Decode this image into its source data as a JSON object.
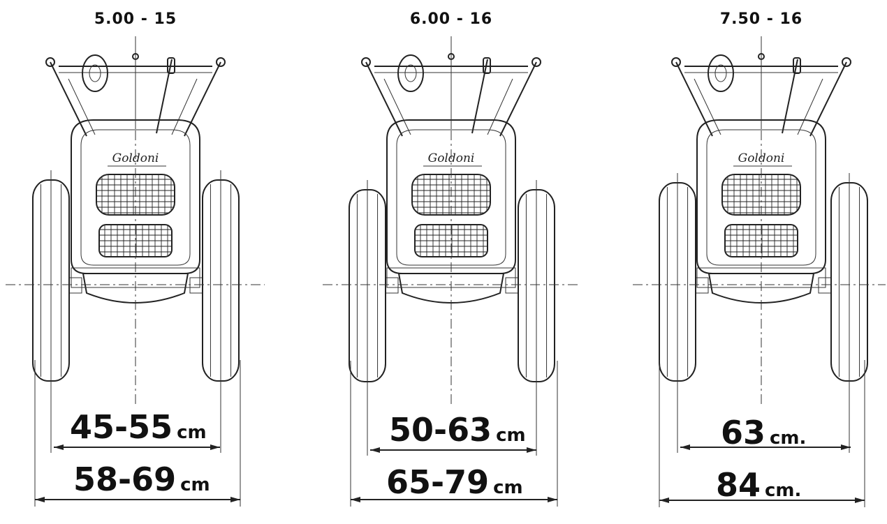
{
  "configs": [
    {
      "tire_size": "5.00 - 15",
      "brand": "Goldoni",
      "inner_value": "45-55",
      "inner_unit": "cm",
      "outer_value": "58-69",
      "outer_unit": "cm"
    },
    {
      "tire_size": "6.00 - 16",
      "brand": "Goldoni",
      "inner_value": "50-63",
      "inner_unit": "cm",
      "outer_value": "65-79",
      "outer_unit": "cm"
    },
    {
      "tire_size": "7.50 - 16",
      "brand": "Goldoni",
      "inner_value": "63",
      "inner_unit": "cm.",
      "outer_value": "84",
      "outer_unit": "cm."
    }
  ]
}
